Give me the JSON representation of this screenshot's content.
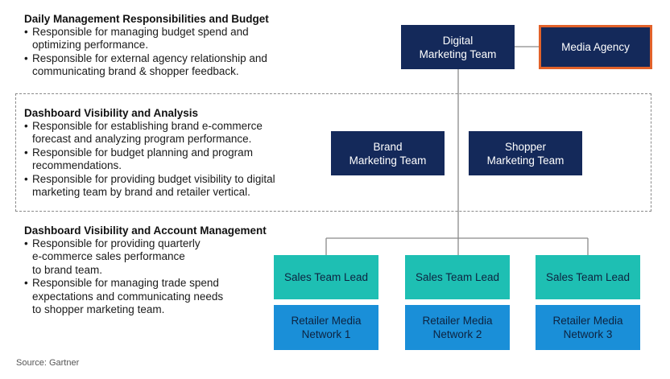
{
  "sections": [
    {
      "title": "Daily Management Responsibilities and Budget",
      "bullets": [
        "Responsible for managing budget spend and\noptimizing performance.",
        "Responsible for external agency relationship and\ncommunicating brand & shopper feedback."
      ]
    },
    {
      "title": "Dashboard Visibility and Analysis",
      "bullets": [
        "Responsible for establishing brand e-commerce\nforecast and analyzing program performance.",
        "Responsible for budget planning and program\nrecommendations.",
        "Responsible for providing budget visibility to digital\nmarketing team by brand and retailer vertical."
      ]
    },
    {
      "title": "Dashboard Visibility and Account Management",
      "bullets": [
        "Responsible for providing quarterly\ne-commerce sales performance\n to brand team.",
        "Responsible for managing trade spend\nexpectations and communicating needs\nto shopper marketing team."
      ]
    }
  ],
  "boxes": {
    "digital_marketing": "Digital\nMarketing Team",
    "media_agency": "Media Agency",
    "brand_marketing": "Brand\nMarketing Team",
    "shopper_marketing": "Shopper\nMarketing Team",
    "sales_leads": [
      "Sales Team Lead",
      "Sales Team Lead",
      "Sales Team Lead"
    ],
    "retailer_networks": [
      "Retailer Media\nNetwork 1",
      "Retailer Media\nNetwork 2",
      "Retailer Media\nNetwork 3"
    ]
  },
  "source": "Source: Gartner",
  "colors": {
    "navy": "#14295a",
    "agency_border": "#e2622a",
    "teal": "#1ebfb3",
    "blue": "#1a8fd8"
  }
}
